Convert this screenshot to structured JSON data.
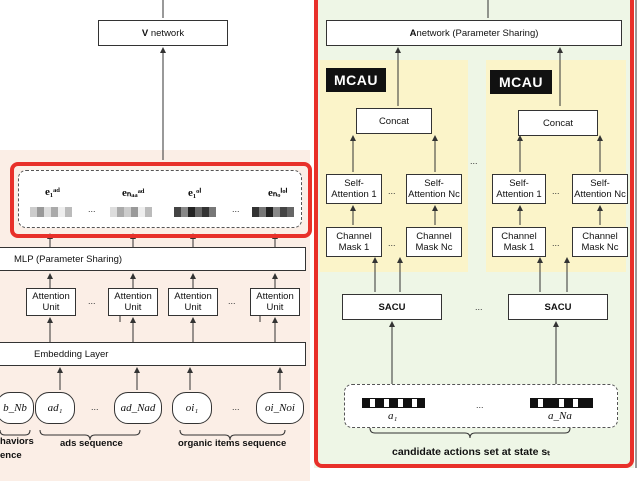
{
  "left": {
    "v_network": "network",
    "v_network_bold": "V",
    "mlp": "MLP (Parameter Sharing)",
    "attention_unit": "Attention\nUnit",
    "embedding_layer": "Embedding Layer",
    "emb_labels": [
      "e₁ᵃᵈ",
      "eₙₐₐᵃᵈ",
      "e₁ᵒⁱ",
      "eₙₒⁱᵒⁱ"
    ],
    "inputs": [
      "b_Nb",
      "ad₁",
      "ad_Nad",
      "oi₁",
      "oi_Noi"
    ],
    "behaviors_label_1": "haviors",
    "behaviors_label_2": "ence",
    "ads_sequence": "ads sequence",
    "organic_sequence": "organic items sequence",
    "ellipsis": "..."
  },
  "right": {
    "a_network_bold": "A",
    "a_network": " network (Parameter Sharing)",
    "mcau": "MCAU",
    "concat": "Concat",
    "self_attention_1": "Self-\nAttention 1",
    "self_attention_nc": "Self-\nAttention Nc",
    "channel_mask_1": "Channel\nMask 1",
    "channel_mask_nc": "Channel\nMask Nc",
    "sacu": "SACU",
    "a1": "a₁",
    "aNa": "a_Na",
    "candidate_label": "candidate actions set at state sₜ",
    "ellipsis": "..."
  },
  "colors": {
    "highlight_red": "#e8302a",
    "mcau_bg": "#fbf4c9",
    "right_bg": "#eef6e6",
    "left_bg": "#fbeee6"
  }
}
